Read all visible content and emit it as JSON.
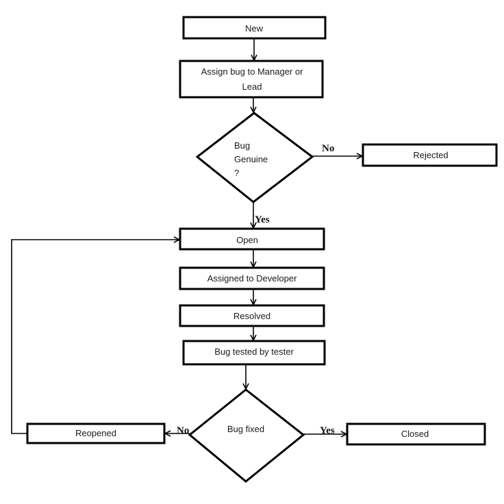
{
  "nodes": {
    "new": "New",
    "assign_line1": "Assign bug to Manager or",
    "assign_line2": "Lead",
    "genuine_line1": "Bug",
    "genuine_line2": "Genuine",
    "genuine_line3": "?",
    "rejected": "Rejected",
    "open": "Open",
    "assigned_dev": "Assigned to Developer",
    "resolved": "Resolved",
    "tested": "Bug tested by tester",
    "fixed": "Bug fixed",
    "reopened": "Reopened",
    "closed": "Closed"
  },
  "edges": {
    "genuine_no": "No",
    "genuine_yes": "Yes",
    "fixed_no": "No",
    "fixed_yes": "Yes"
  },
  "colors": {
    "stroke": "#000000",
    "background": "#ffffff"
  }
}
